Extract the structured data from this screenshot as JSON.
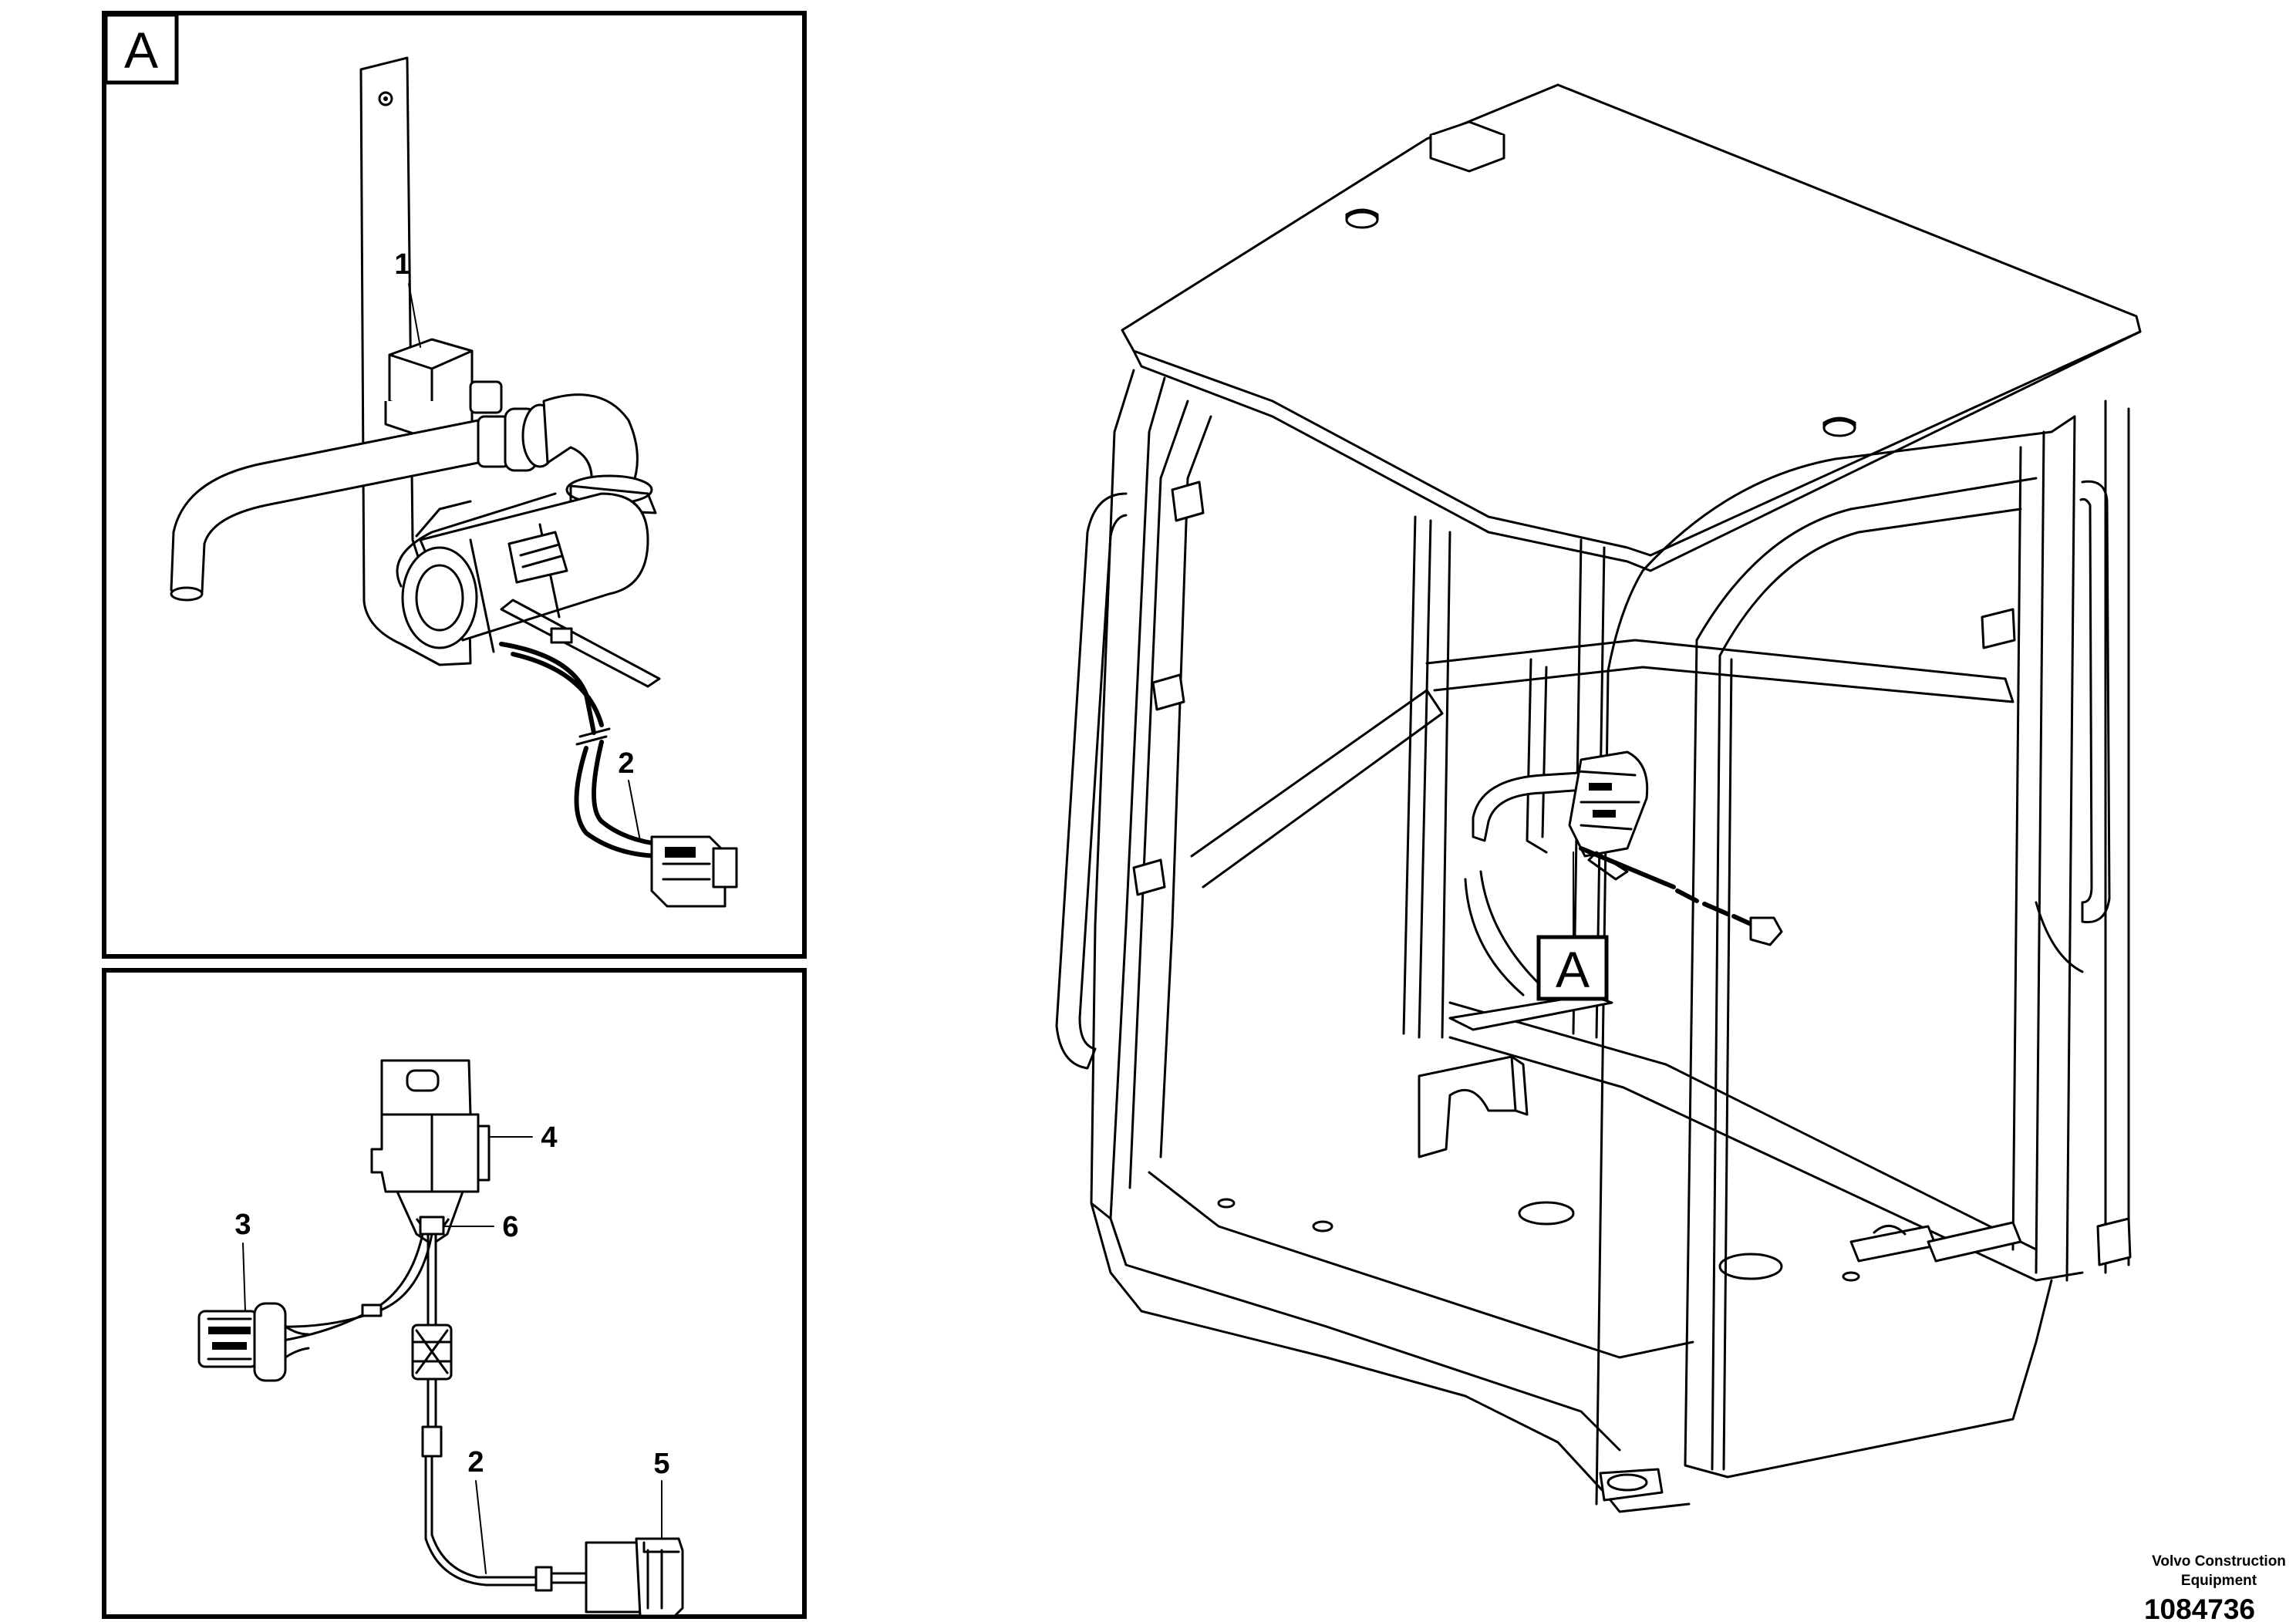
{
  "detail_a": {
    "box_label": "A",
    "callouts": {
      "c1": "1",
      "c2": "2"
    }
  },
  "wiring_detail": {
    "callouts": {
      "c2": "2",
      "c3": "3",
      "c4": "4",
      "c5": "5",
      "c6": "6"
    }
  },
  "cab_view": {
    "pointer_label": "A"
  },
  "footer": {
    "company_line1": "Volvo Construction",
    "company_line2": "Equipment",
    "drawing_number": "1084736"
  }
}
